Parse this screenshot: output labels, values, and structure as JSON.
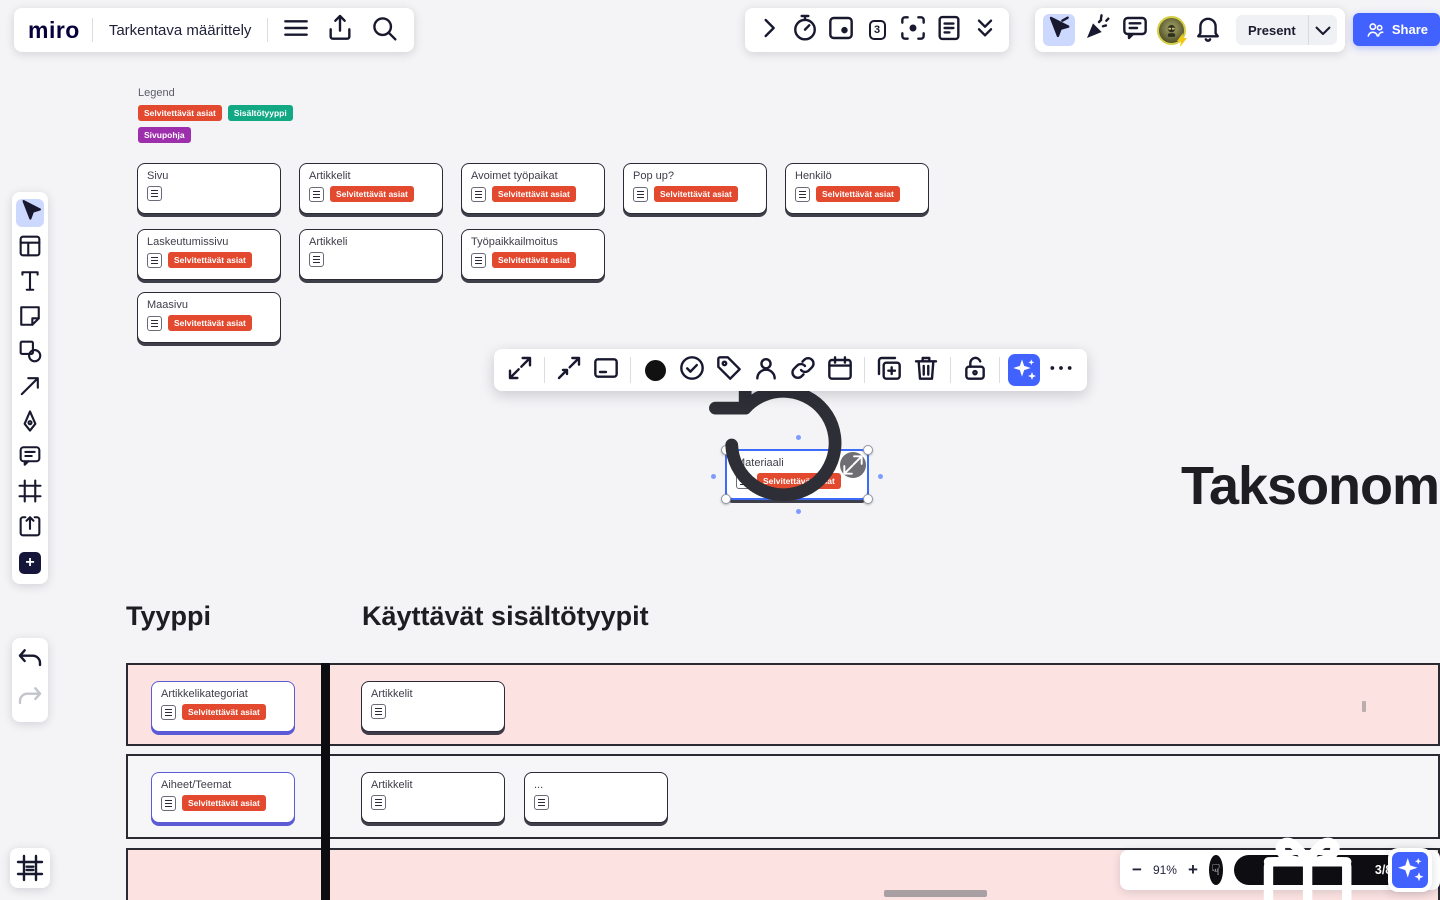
{
  "app": {
    "logo_text": "miro",
    "board_title": "Tarkentava määrittely"
  },
  "top_bar": {
    "present_label": "Present",
    "share_label": "Share"
  },
  "facilitation": {
    "slides_label": "3"
  },
  "legend": {
    "title": "Legend",
    "tags": [
      {
        "label": "Selvitettävät asiat",
        "color": "#e2492f"
      },
      {
        "label": "Sisältötyyppi",
        "color": "#12a884"
      },
      {
        "label": "Sivupohja",
        "color": "#9d2fad"
      }
    ]
  },
  "canvas": {
    "cards": [
      {
        "label": "Sivu",
        "tag": null,
        "variant": "default"
      },
      {
        "label": "Artikkelit",
        "tag": "Selvitettävät asiat",
        "variant": "default"
      },
      {
        "label": "Avoimet työpaikat",
        "tag": "Selvitettävät asiat",
        "variant": "default"
      },
      {
        "label": "Pop up?",
        "tag": "Selvitettävät asiat",
        "variant": "default"
      },
      {
        "label": "Henkilö",
        "tag": "Selvitettävät asiat",
        "variant": "default"
      },
      {
        "label": "Laskeutumissivu",
        "tag": "Selvitettävät asiat",
        "variant": "default"
      },
      {
        "label": "Artikkeli",
        "tag": null,
        "variant": "default"
      },
      {
        "label": "Työpaikkailmoitus",
        "tag": "Selvitettävät asiat",
        "variant": "default"
      },
      {
        "label": "Maasivu",
        "tag": "Selvitettävät asiat",
        "variant": "default"
      },
      {
        "label": "Artikkelikategoriat",
        "tag": "Selvitettävät asiat",
        "variant": "indigo"
      },
      {
        "label": "Artikkelit",
        "tag": null,
        "variant": "default"
      },
      {
        "label": "Aiheet/Teemat",
        "tag": "Selvitettävät asiat",
        "variant": "indigo"
      },
      {
        "label": "Artikkelit",
        "tag": null,
        "variant": "default"
      },
      {
        "label": "...",
        "tag": null,
        "variant": "default"
      }
    ],
    "selected_card": {
      "label": "Materiaali",
      "tag": "Selvitettävät asiat"
    },
    "big_title": "Taksonom",
    "column_headings": {
      "col1": "Tyyppi",
      "col2": "Käyttävät sisältötyypit"
    }
  },
  "zoom_controls": {
    "zoom_out": "−",
    "zoom_level": "91%",
    "zoom_in": "+",
    "counter": "3/8",
    "help_label": "?"
  },
  "colors": {
    "accent_blue": "#4262ff",
    "tag_red": "#e2492f",
    "selection_blue": "#3d6bfa",
    "row_pink": "#fce3e2",
    "row_gray": "#f6f6f8"
  }
}
